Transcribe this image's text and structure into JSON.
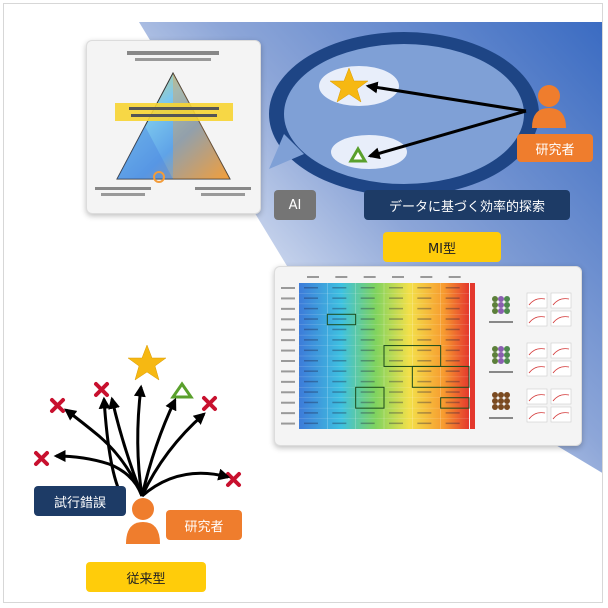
{
  "labels": {
    "ai": "AI",
    "efficient_search": "データに基づく効率的探索",
    "mi_type": "MI型",
    "researcher_ai": "研究者",
    "trial_and_error": "試行錯誤",
    "researcher_traditional": "研究者",
    "traditional_type": "従来型"
  },
  "colors": {
    "navy": "#1d3b66",
    "orange": "#ef7d2d",
    "yellow": "#ffcc0a",
    "gray": "#757575",
    "star": "#f6b812",
    "red_x": "#c8102e",
    "green_triangle": "#5aa02c",
    "blue_gradient_start": "#3a6fc4",
    "blue_gradient_end": "#dfe6f3"
  },
  "icons": {
    "target": "star-icon",
    "candidate": "triangle-icon",
    "failure": "x-mark-icon",
    "person": "researcher-icon"
  }
}
